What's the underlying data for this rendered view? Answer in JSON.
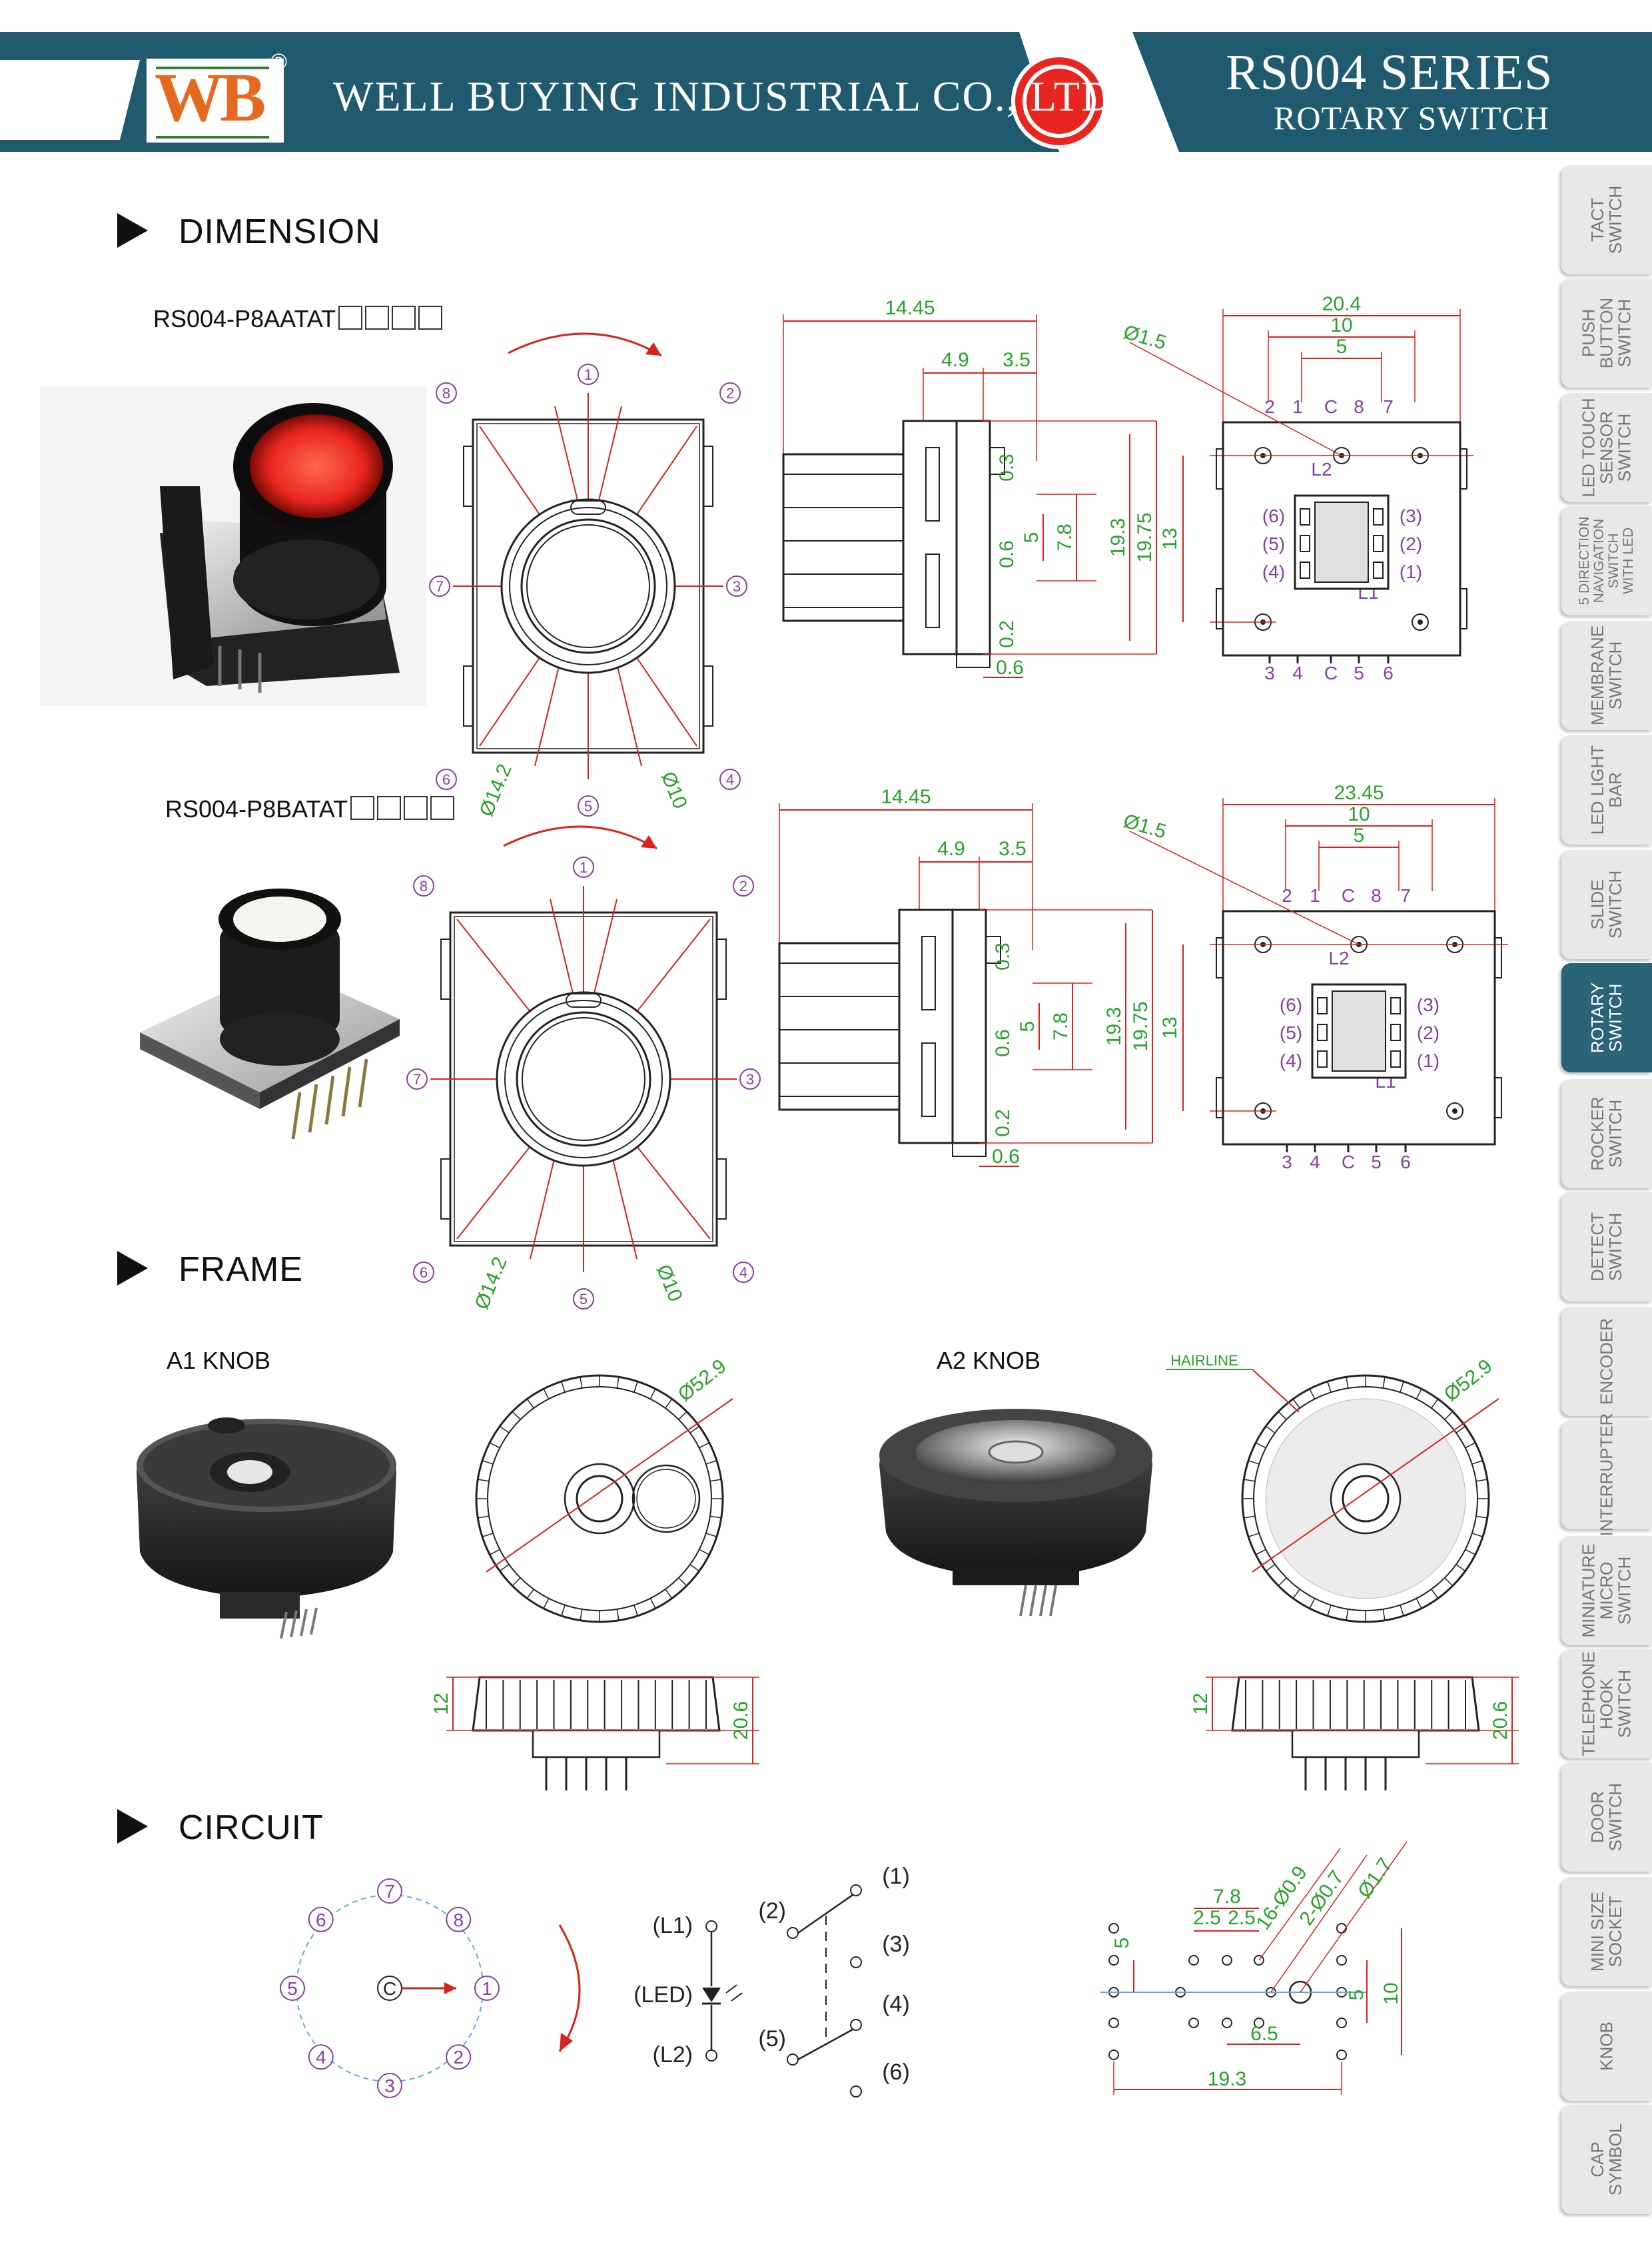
{
  "header": {
    "logo_text": "WB",
    "registered": "®",
    "company": "WELL BUYING INDUSTRIAL CO., LTD",
    "series": "RS004 SERIES",
    "subtitle": "ROTARY SWITCH",
    "colors": {
      "band": "#1f5a6e",
      "logo": "#e56a20",
      "dot": "#e8261f"
    }
  },
  "sections": {
    "dimension": "DIMENSION",
    "frame": "FRAME",
    "circuit": "CIRCUIT"
  },
  "models": {
    "a": "RS004-P8AATAT",
    "b": "RS004-P8BATAT"
  },
  "knobs": {
    "a1": "A1 KNOB",
    "a2": "A2 KNOB",
    "hairline": "HAIRLINE"
  },
  "dims": {
    "d14_45": "14.45",
    "d4_9": "4.9",
    "d3_5": "3.5",
    "d0_3": "0.3",
    "d0_6": "0.6",
    "d5": "5",
    "d7_8": "7.8",
    "d19_3": "19.3",
    "d19_75": "19.75",
    "d0_2": "0.2",
    "d20_4": "20.4",
    "d23_45": "23.45",
    "d10": "10",
    "d13": "13",
    "d1_5": "Ø1.5",
    "d14_2": "Ø14.2",
    "d10c": "Ø10",
    "d52_9": "Ø52.9",
    "d12": "12",
    "d20_6": "20.6",
    "d2_5a": "2.5",
    "d2_5b": "2.5",
    "d16": "16-Ø0.9",
    "d2_07": "2-Ø0.7",
    "d1_7": "Ø1.7",
    "d6_5": "6.5"
  },
  "pins": {
    "top": [
      "2",
      "1",
      "C",
      "8",
      "7"
    ],
    "bottom": [
      "3",
      "4",
      "C",
      "5",
      "6"
    ],
    "left": [
      "(6)",
      "(5)",
      "(4)"
    ],
    "right": [
      "(3)",
      "(2)",
      "(1)"
    ],
    "l1": "L1",
    "l2": "L2"
  },
  "positions": [
    "1",
    "2",
    "3",
    "4",
    "5",
    "6",
    "7",
    "8"
  ],
  "circuit": {
    "center": "C",
    "l1": "(L1)",
    "led": "(LED)",
    "l2": "(L2)",
    "p1": "(1)",
    "p2": "(2)",
    "p3": "(3)",
    "p4": "(4)",
    "p5": "(5)",
    "p6": "(6)"
  },
  "tabs": [
    {
      "label": "TACT\nSWITCH",
      "active": false
    },
    {
      "label": "PUSH\nBUTTON\nSWITCH",
      "active": false
    },
    {
      "label": "LED TOUCH\nSENSOR\nSWITCH",
      "active": false
    },
    {
      "label": "5 DIRECTION\nNAVIGATION\nSWITCH\nWITH LED",
      "active": false
    },
    {
      "label": "MEMBRANE\nSWITCH",
      "active": false
    },
    {
      "label": "LED LIGHT\nBAR",
      "active": false
    },
    {
      "label": "SLIDE\nSWITCH",
      "active": false
    },
    {
      "label": "ROTARY\nSWITCH",
      "active": true
    },
    {
      "label": "ROCKER\nSWITCH",
      "active": false
    },
    {
      "label": "DETECT\nSWITCH",
      "active": false
    },
    {
      "label": "ENCODER",
      "active": false
    },
    {
      "label": "INTERRUPTER",
      "active": false
    },
    {
      "label": "MINIATURE\nMICRO\nSWITCH",
      "active": false
    },
    {
      "label": "TELEPHONE\nHOOK\nSWITCH",
      "active": false
    },
    {
      "label": "DOOR\nSWITCH",
      "active": false
    },
    {
      "label": "MINI SIZE\nSOCKET",
      "active": false
    },
    {
      "label": "KNOB",
      "active": false
    },
    {
      "label": "CAP\nSYMBOL",
      "active": false
    }
  ]
}
